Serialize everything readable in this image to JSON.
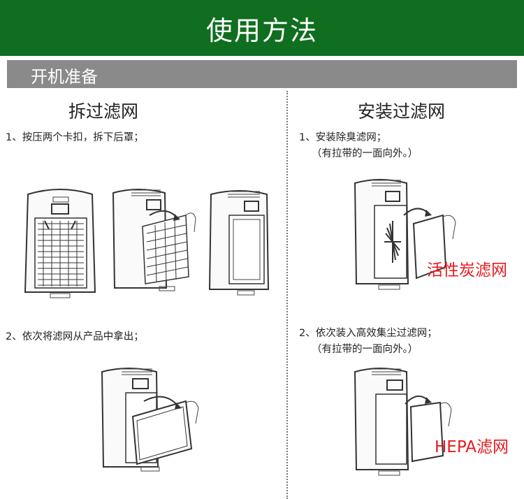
{
  "banner": {
    "title": "使用方法"
  },
  "section": {
    "title": "开机准备"
  },
  "left": {
    "title": "拆过滤网",
    "step1": "1、按压两个卡扣，拆下后罩；",
    "step2": "2、依次将滤网从产品中拿出；"
  },
  "right": {
    "title": "安装过滤网",
    "step1_line1": "1、安装除臭滤网；",
    "step1_line2": "（有拉带的一面向外。）",
    "label1": "活性炭滤网",
    "step2_line1": "2、依次装入高效集尘过滤网；",
    "step2_line2": "（有拉带的一面向外。）",
    "label2": "HEPA滤网"
  },
  "colors": {
    "banner": "#0f6e1f",
    "section": "#8a8a8a",
    "label": "#e8191f"
  }
}
